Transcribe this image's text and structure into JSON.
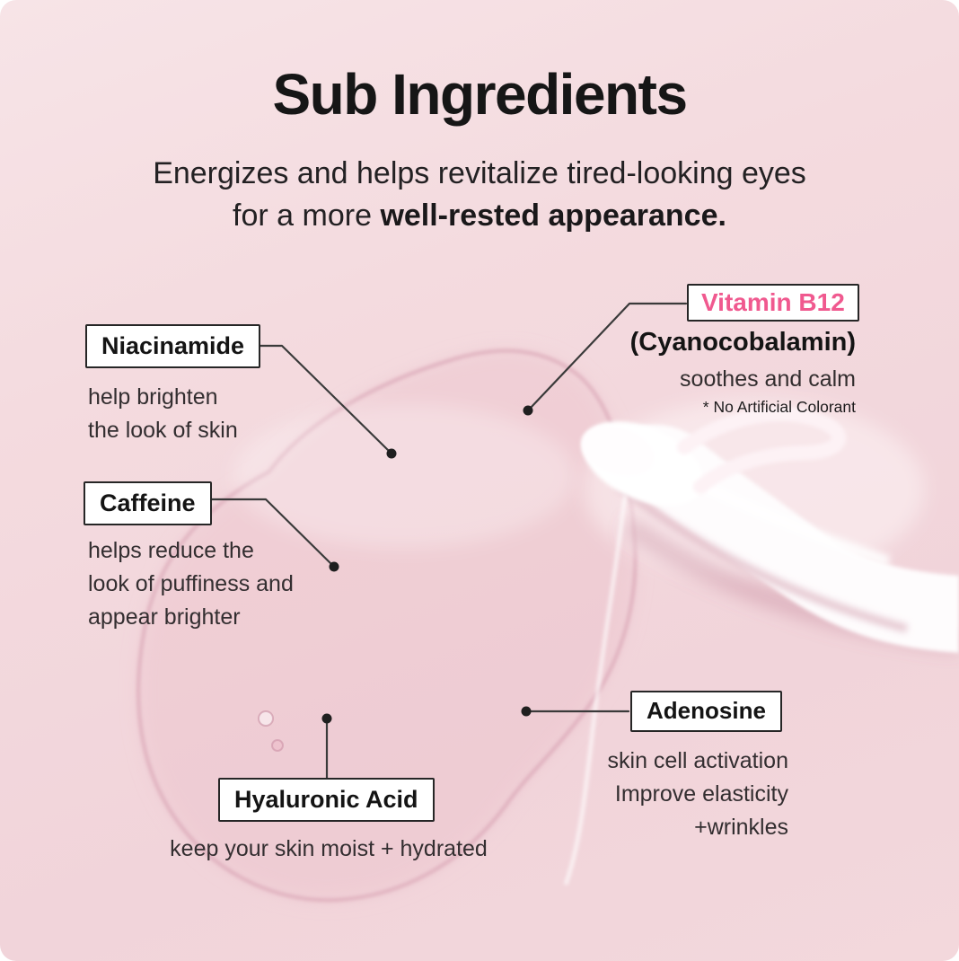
{
  "header": {
    "title": "Sub Ingredients",
    "subtitle_line1": "Energizes and helps revitalize tired-looking eyes",
    "subtitle_line2_normal": "for a more ",
    "subtitle_line2_bold": "well-rested appearance."
  },
  "callouts": {
    "niacinamide": {
      "label": "Niacinamide",
      "desc_line1": "help brighten",
      "desc_line2": "the look of skin"
    },
    "caffeine": {
      "label": "Caffeine",
      "desc_line1": "helps reduce the",
      "desc_line2": "look of puffiness and",
      "desc_line3": "appear brighter"
    },
    "hyaluronic_acid": {
      "label": "Hyaluronic Acid",
      "desc": "keep your skin moist + hydrated"
    },
    "vitamin_b12": {
      "label": "Vitamin B12",
      "sub_label": "(Cyanocobalamin)",
      "desc": "soothes and calm",
      "note": "* No Artificial Colorant"
    },
    "adenosine": {
      "label": "Adenosine",
      "desc_line1": "skin cell activation",
      "desc_line2": "Improve elasticity",
      "desc_line3": "+wrinkles"
    }
  },
  "colors": {
    "background_pink": "#f4dade",
    "accent_pink": "#f0598f",
    "label_box_border": "#262626",
    "text_dark": "#161616",
    "leader_line": "#3a3a3a"
  }
}
